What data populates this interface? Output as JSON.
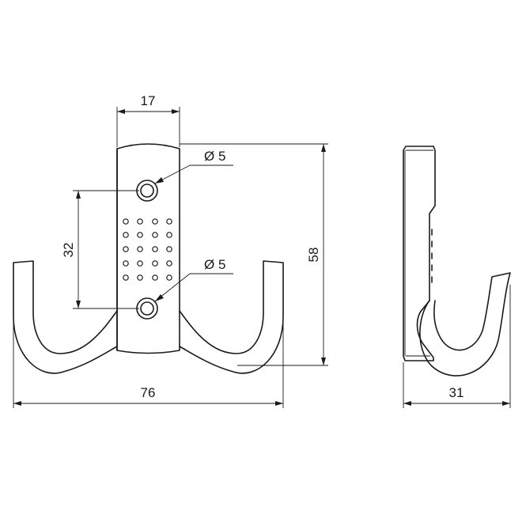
{
  "dimensions": {
    "plate_width": "17",
    "hole_top": "Ø 5",
    "hole_bottom": "Ø 5",
    "hole_spacing": "32",
    "height": "58",
    "total_width": "76",
    "depth": "31"
  }
}
